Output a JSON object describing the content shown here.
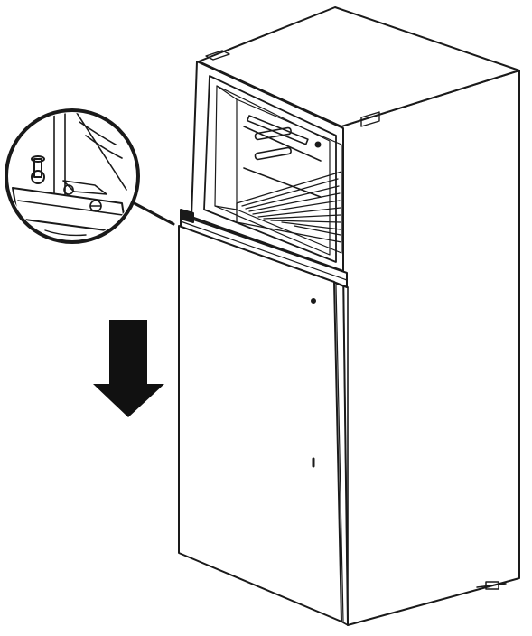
{
  "figure": {
    "subject": "top-freezer-refrigerator-door-removal",
    "callout_detail": "lower-door-hinge-bracket",
    "arrow_direction": "down",
    "icons": [
      "refrigerator-icon",
      "hinge-detail-icon",
      "down-arrow-icon"
    ],
    "colors": {
      "line": "#1a1a1a",
      "fill": "#ffffff",
      "arrow": "#111111"
    }
  }
}
